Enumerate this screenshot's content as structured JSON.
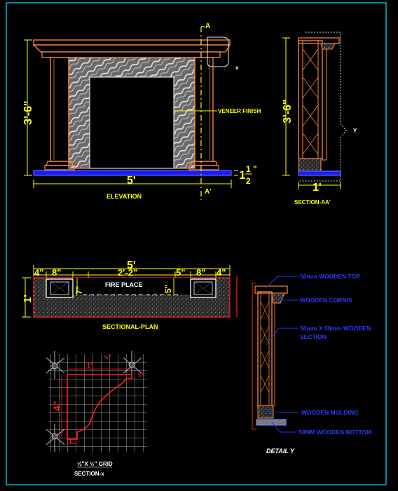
{
  "colors": {
    "background": "#000000",
    "border": "#00e5ff",
    "dimension": "#ffff00",
    "wood": "#ff8a3d",
    "marble": "#d9d9d9",
    "leader": "#2233ff",
    "red": "#ff2020",
    "white": "#ffffff"
  },
  "elevation": {
    "title": "ELEVATION",
    "height_dim": "3'-6\"",
    "width_dim": "5'",
    "base_dim_whole": "1",
    "base_dim_num": "1",
    "base_dim_den": "2",
    "base_dim_unit": "\"",
    "veneer_label": "VENEER FINISH",
    "section_mark_top": "A",
    "section_mark_bottom": "A'",
    "detail_mark": "x"
  },
  "section_aa": {
    "title": "SECTION-AA'",
    "height_dim": "3'-6\"",
    "width_dim": "1'",
    "detail_mark": "Y"
  },
  "sectional_plan": {
    "title": "SECTIONAL-PLAN",
    "overall_dim": "5'",
    "dims": [
      "4\"",
      "8\"",
      "2'-2\"",
      "5\"",
      "8\"",
      "4\""
    ],
    "depth_dim": "1'",
    "inner_dim_left": "7\"",
    "inner_dim_right": "5\"",
    "fireplace_label": "FIRE PLACE"
  },
  "section_x": {
    "title": "SECTION-x",
    "grid_label": "½\"X ½\" GRID",
    "dim_top": "1\"",
    "dim_top2": "½\"",
    "dim_top3": "½\"",
    "dim_left": "4\"",
    "dim_bottom": "1\""
  },
  "detail_y": {
    "title": "DETAIL Y",
    "labels": [
      "50mm WOODEN TOP",
      "WOODEN CORNIS",
      "50mm X 50mm WOODEN",
      "SECTION",
      "WOODEN MOLDING",
      "50MM WOODEN BOTTOM"
    ]
  }
}
